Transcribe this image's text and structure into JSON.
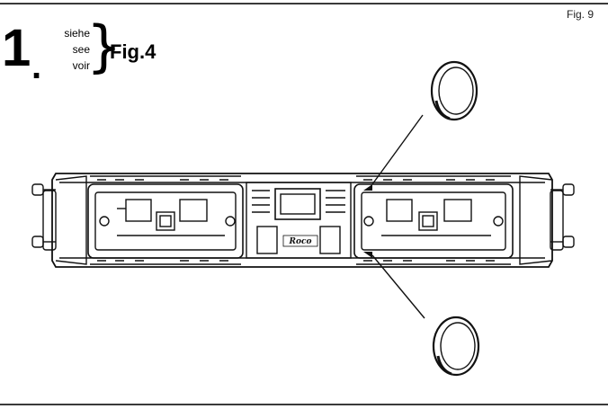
{
  "figure_label": "Fig. 9",
  "step": {
    "number": "1",
    "dot": ".",
    "words": [
      "siehe",
      "see",
      "voir"
    ],
    "reference": "Fig.4"
  },
  "drawing": {
    "subject": "locomotive underside",
    "brand_mark": "Roco",
    "parts": [
      "traction-tire",
      "traction-tire"
    ]
  }
}
